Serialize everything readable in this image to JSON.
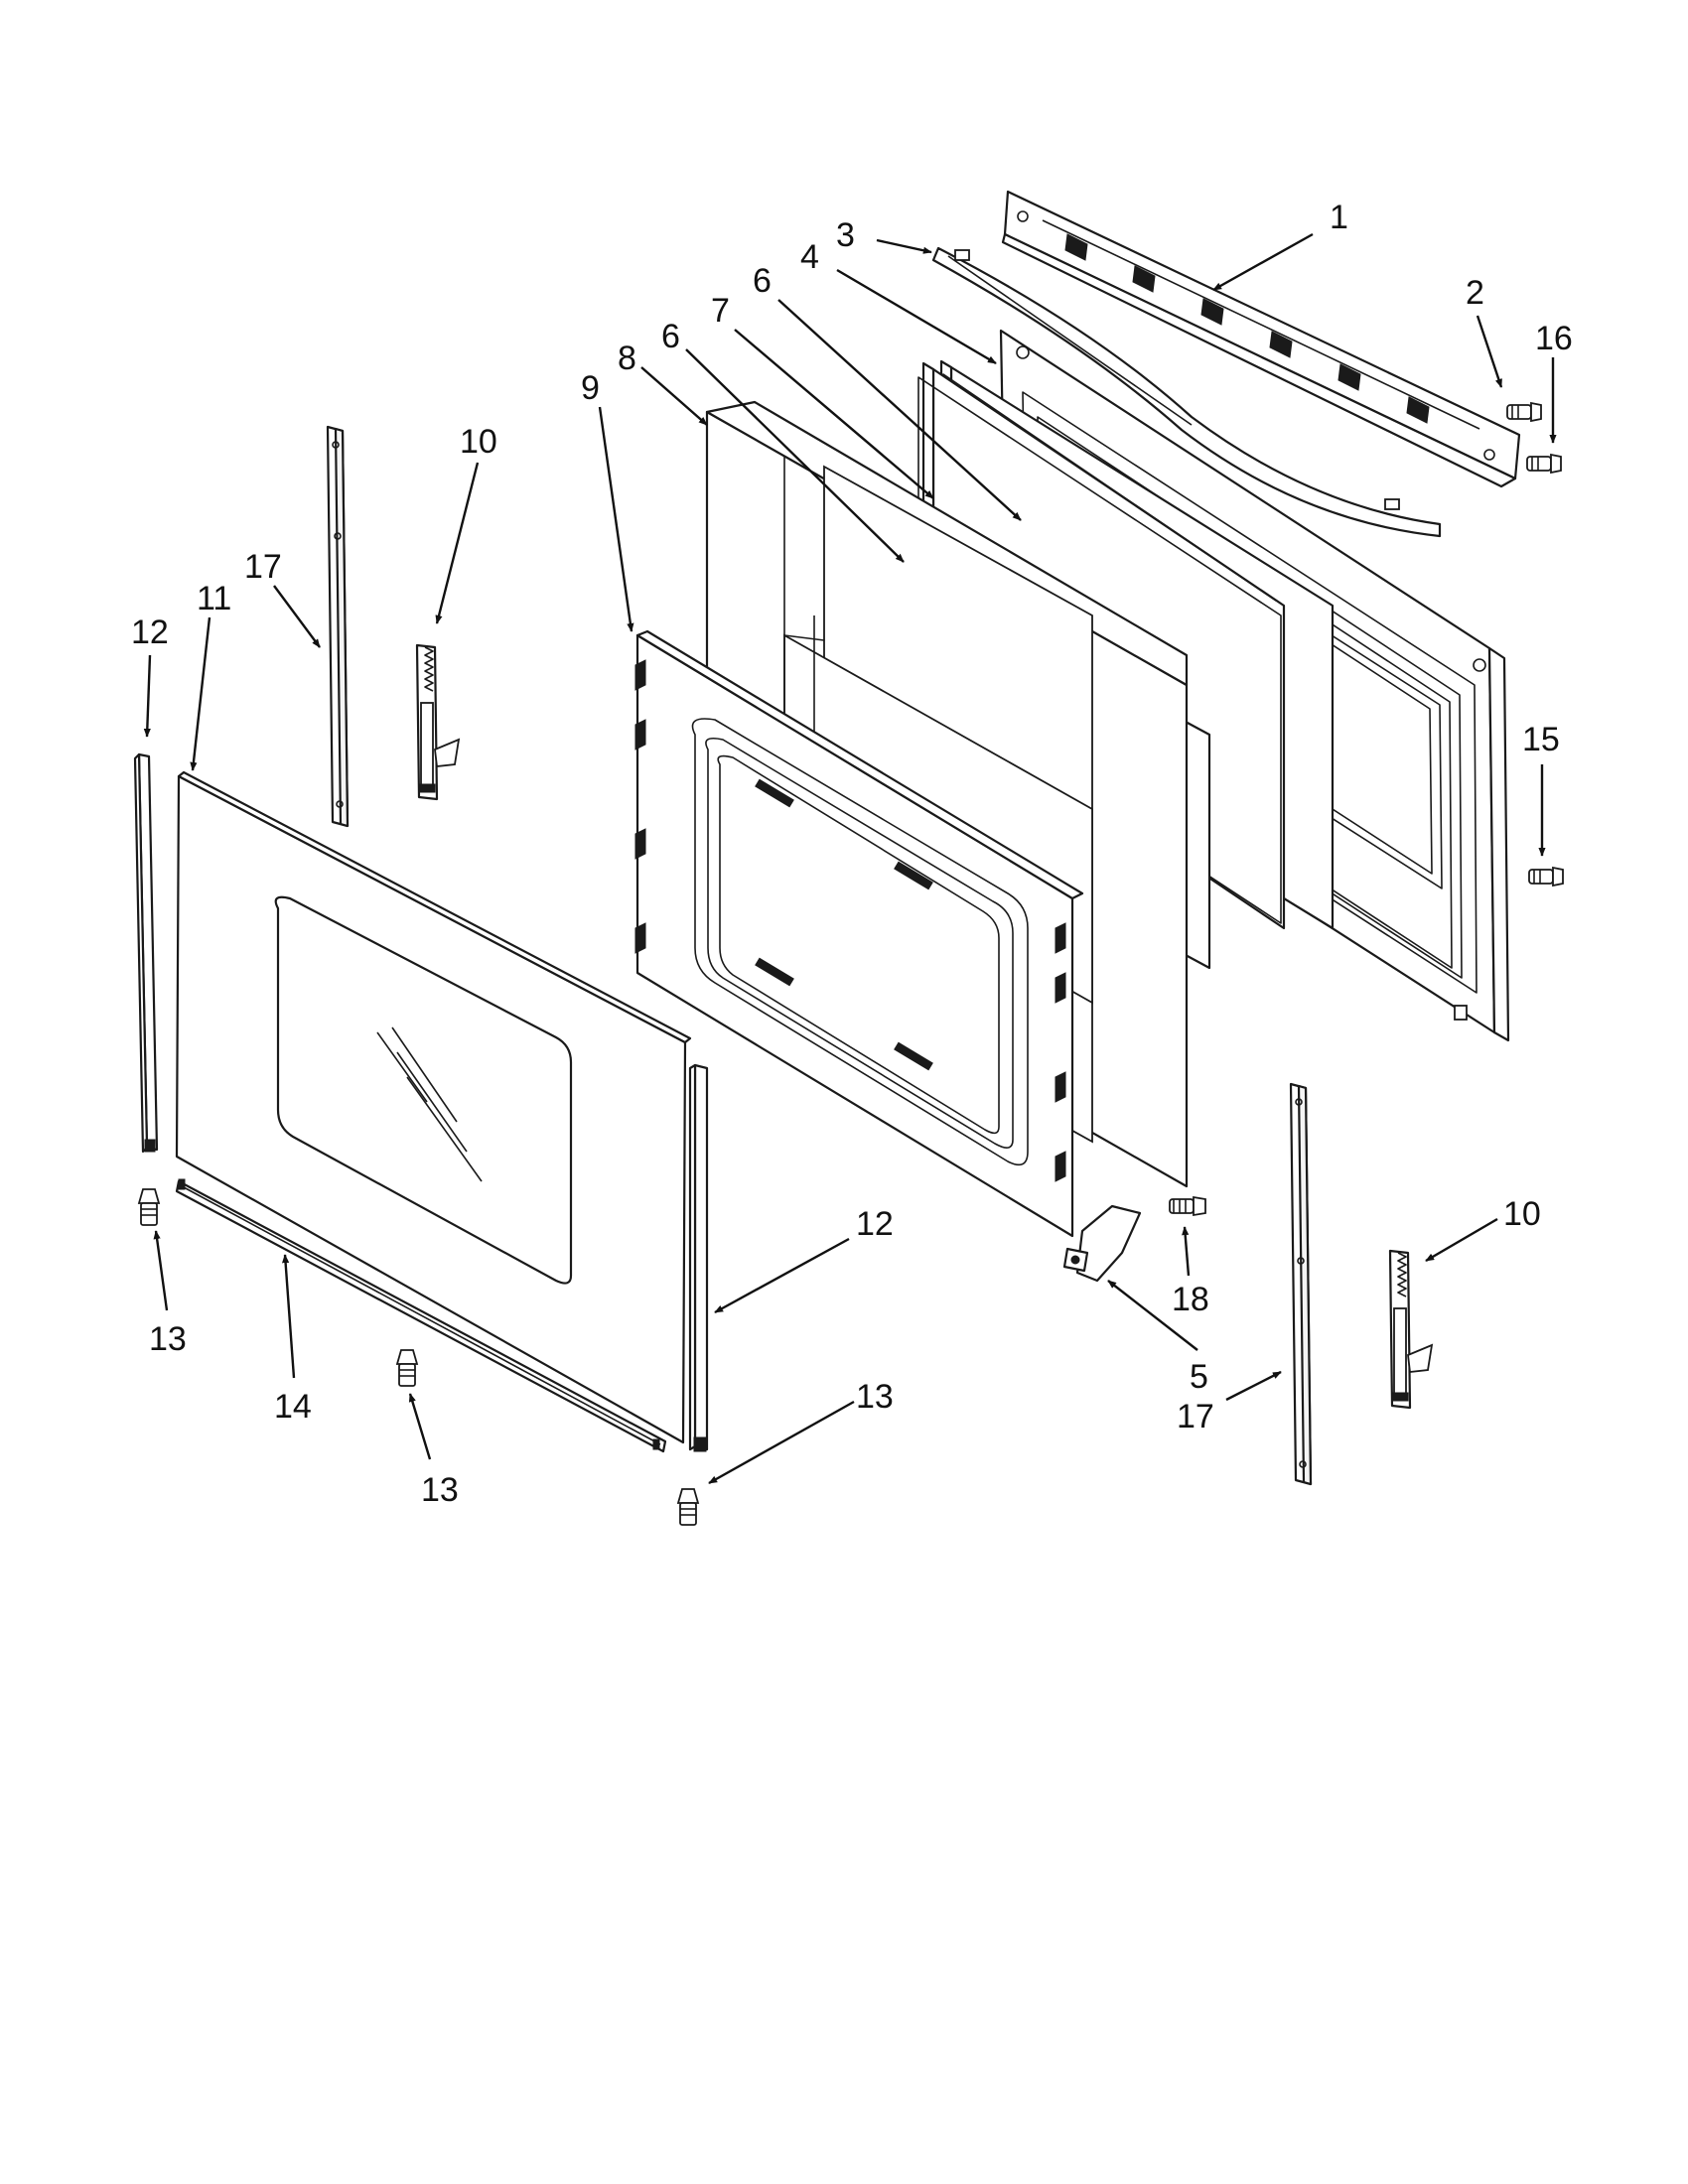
{
  "diagram": {
    "callouts": [
      {
        "id": "c1",
        "label": "1"
      },
      {
        "id": "c2",
        "label": "2"
      },
      {
        "id": "c3",
        "label": "3"
      },
      {
        "id": "c4",
        "label": "4"
      },
      {
        "id": "c5",
        "label": "5"
      },
      {
        "id": "c6a",
        "label": "6"
      },
      {
        "id": "c6b",
        "label": "6"
      },
      {
        "id": "c7",
        "label": "7"
      },
      {
        "id": "c8",
        "label": "8"
      },
      {
        "id": "c9",
        "label": "9"
      },
      {
        "id": "c10a",
        "label": "10"
      },
      {
        "id": "c10b",
        "label": "10"
      },
      {
        "id": "c11",
        "label": "11"
      },
      {
        "id": "c12a",
        "label": "12"
      },
      {
        "id": "c12b",
        "label": "12"
      },
      {
        "id": "c13a",
        "label": "13"
      },
      {
        "id": "c13b",
        "label": "13"
      },
      {
        "id": "c13c",
        "label": "13"
      },
      {
        "id": "c14",
        "label": "14"
      },
      {
        "id": "c15",
        "label": "15"
      },
      {
        "id": "c16",
        "label": "16"
      },
      {
        "id": "c17a",
        "label": "17"
      },
      {
        "id": "c17b",
        "label": "17"
      },
      {
        "id": "c18",
        "label": "18"
      }
    ]
  }
}
